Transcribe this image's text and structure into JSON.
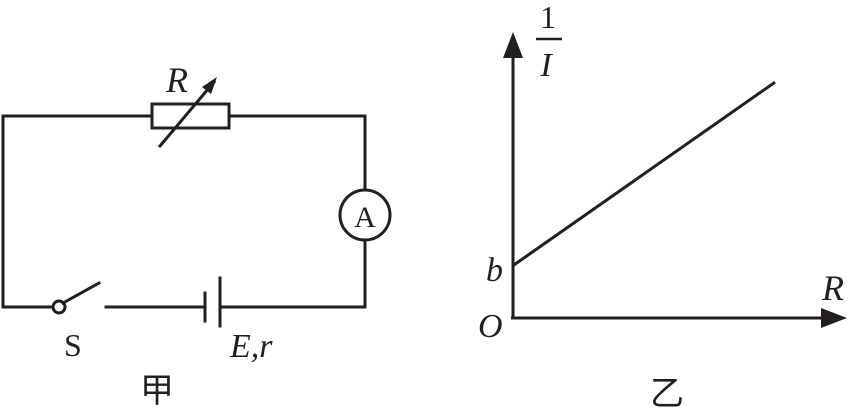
{
  "circuit": {
    "resistor_label": "R",
    "ammeter_label": "A",
    "switch_label": "S",
    "source_label": "E,r",
    "caption": "甲"
  },
  "graph": {
    "y_axis_numerator": "1",
    "y_axis_denominator": "I",
    "x_axis_label": "R",
    "origin_label": "O",
    "intercept_label": "b",
    "caption": "乙"
  },
  "chart_data": {
    "type": "line",
    "xlabel": "R",
    "ylabel": "1/I",
    "annotations": [
      "b",
      "O"
    ],
    "series": [
      {
        "x": [
          0,
          5
        ],
        "y": [
          1,
          4.5
        ]
      }
    ],
    "xlim": [
      0,
      6.2
    ],
    "ylim": [
      0,
      6.2
    ],
    "grid": false
  },
  "colors": {
    "stroke": "#231f20",
    "background": "#ffffff"
  }
}
